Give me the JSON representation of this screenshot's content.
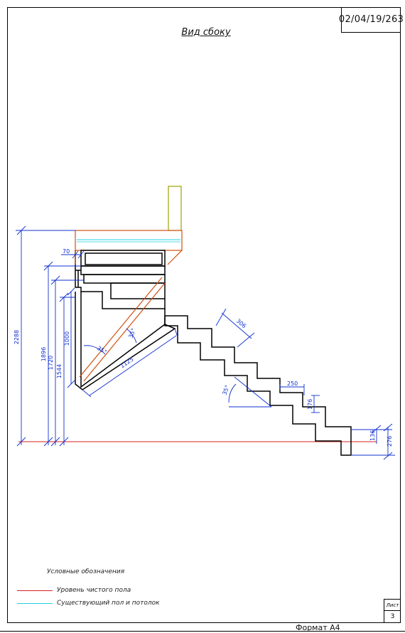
{
  "sheet": {
    "doc_code": "02/04/19/263",
    "view_title": "Вид сбоку",
    "sheet_label": "Лист",
    "sheet_number": "3",
    "format_label": "Формат А4"
  },
  "dimensions": {
    "d2288": "2288",
    "d1896": "1896",
    "d1720": "1720",
    "d1544": "1544",
    "d1000": "1000",
    "d70": "70",
    "d1125": "1125",
    "d35a": "35°",
    "d35b": "35°",
    "d35c": "35°",
    "d306": "306",
    "d250": "250",
    "d176": "176",
    "d136": "136",
    "d276": "276"
  },
  "legend": {
    "title": "Условные обозначения",
    "items": [
      {
        "label": "Уровень чистого пола",
        "color": "#d42020"
      },
      {
        "label": "Существующий пол и потолок",
        "color": "#20d0e0"
      }
    ]
  },
  "colors": {
    "dimension": "#1030d0",
    "outline": "#000000",
    "stringer": "#d05010",
    "wall": "#a0a000",
    "floor_level": "#d42020",
    "existing_floor": "#20d0e0"
  }
}
